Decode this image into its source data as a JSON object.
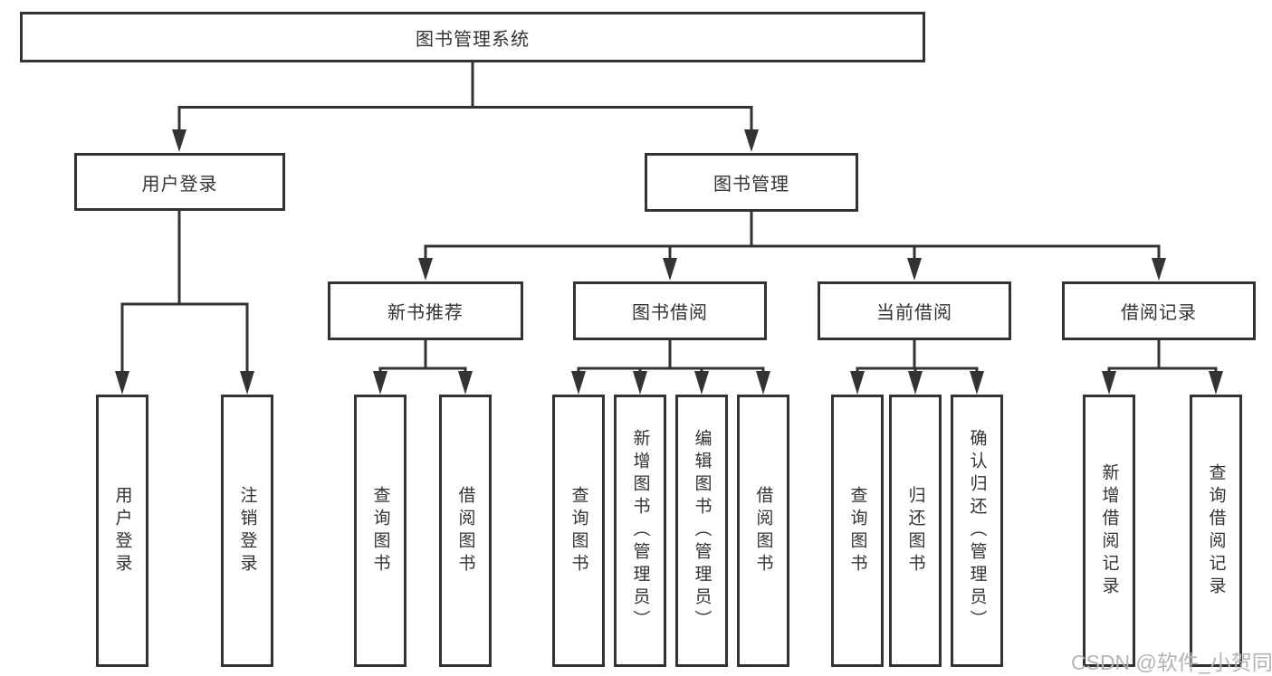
{
  "tree": {
    "label": "图书管理系统",
    "children": [
      {
        "label": "用户登录",
        "children": [
          {
            "label": "用户登录"
          },
          {
            "label": "注销登录"
          }
        ]
      },
      {
        "label": "图书管理",
        "children": [
          {
            "label": "新书推荐",
            "children": [
              {
                "label": "查询图书"
              },
              {
                "label": "借阅图书"
              }
            ]
          },
          {
            "label": "图书借阅",
            "children": [
              {
                "label": "查询图书"
              },
              {
                "label": "新增图书（管理员）"
              },
              {
                "label": "编辑图书（管理员）"
              },
              {
                "label": "借阅图书"
              }
            ]
          },
          {
            "label": "当前借阅",
            "children": [
              {
                "label": "查询图书"
              },
              {
                "label": "归还图书"
              },
              {
                "label": "确认归还（管理员）"
              }
            ]
          },
          {
            "label": "借阅记录",
            "children": [
              {
                "label": "新增借阅记录"
              },
              {
                "label": "查询借阅记录"
              }
            ]
          }
        ]
      }
    ]
  },
  "watermark": {
    "text": "CSDN @软件_小贺同学"
  },
  "colors": {
    "line": "#333333",
    "text": "#333333",
    "watermark": "#b4b4b4",
    "background": "#ffffff"
  }
}
